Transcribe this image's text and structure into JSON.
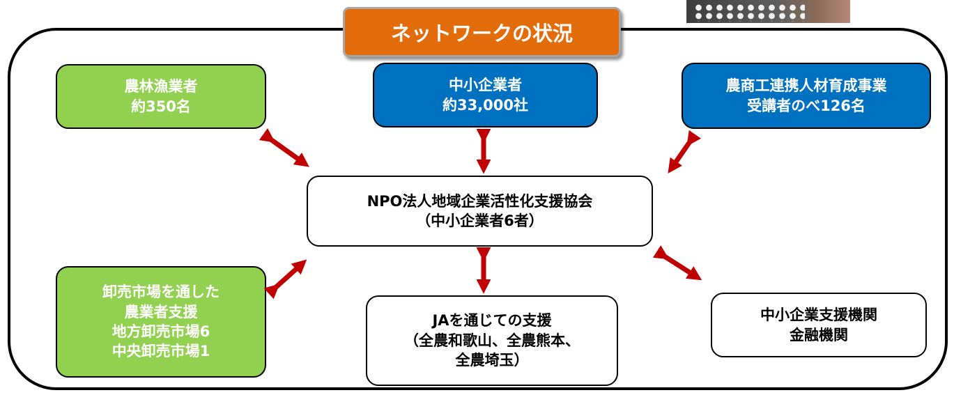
{
  "title": "ネットワークの状況",
  "center": {
    "line1": "NPO法人地域企業活性化支援協会",
    "line2": "（中小企業者6者）"
  },
  "nodes": {
    "farmers": {
      "line1": "農林漁業者",
      "line2": "約350名"
    },
    "sme": {
      "line1": "中小企業者",
      "line2": "約33,000社"
    },
    "training": {
      "line1": "農商工連携人材育成事業",
      "line2": "受講者のべ126名"
    },
    "market": {
      "line1": "卸売市場を通した",
      "line2": "農業者支援",
      "line3": "地方卸売市場6",
      "line4": "中央卸売市場1"
    },
    "ja": {
      "line1": "JAを通じての支援",
      "line2": "（全農和歌山、全農熊本、",
      "line3": "全農埼玉）"
    },
    "support": {
      "line1": "中小企業支援機関",
      "line2": "金融機関"
    }
  },
  "colors": {
    "title_bg": "#e36c0a",
    "green": "#92d050",
    "blue": "#0070c0",
    "arrow": "#c00000"
  },
  "photo_description": "corner-photo"
}
